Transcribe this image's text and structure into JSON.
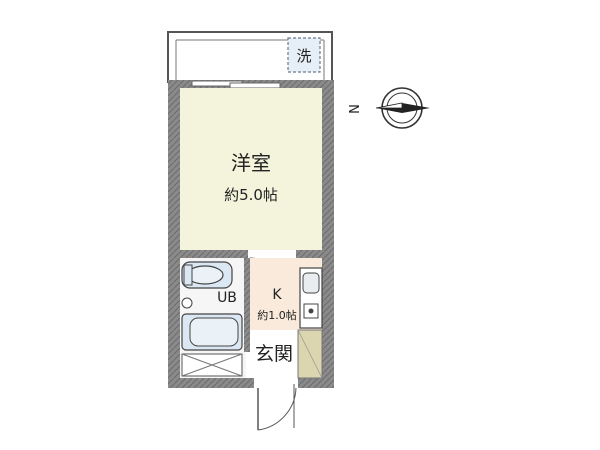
{
  "rooms": {
    "western_room": {
      "name": "洋室",
      "size": "約5.0帖"
    },
    "kitchen": {
      "name": "K",
      "size": "約1.0帖"
    },
    "unit_bath": {
      "name": "UB"
    },
    "entrance": {
      "name": "玄関"
    }
  },
  "balcony": {
    "washer_label": "洗"
  },
  "compass": {
    "north_label": "N"
  },
  "colors": {
    "wall": "#7b7b7b",
    "western_floor": "#f4f4dc",
    "kitchen_floor": "#f9eadb",
    "bath_fixture": "#dbe8f3",
    "entrance_floor": "#dcd6b0",
    "line": "#555555"
  }
}
